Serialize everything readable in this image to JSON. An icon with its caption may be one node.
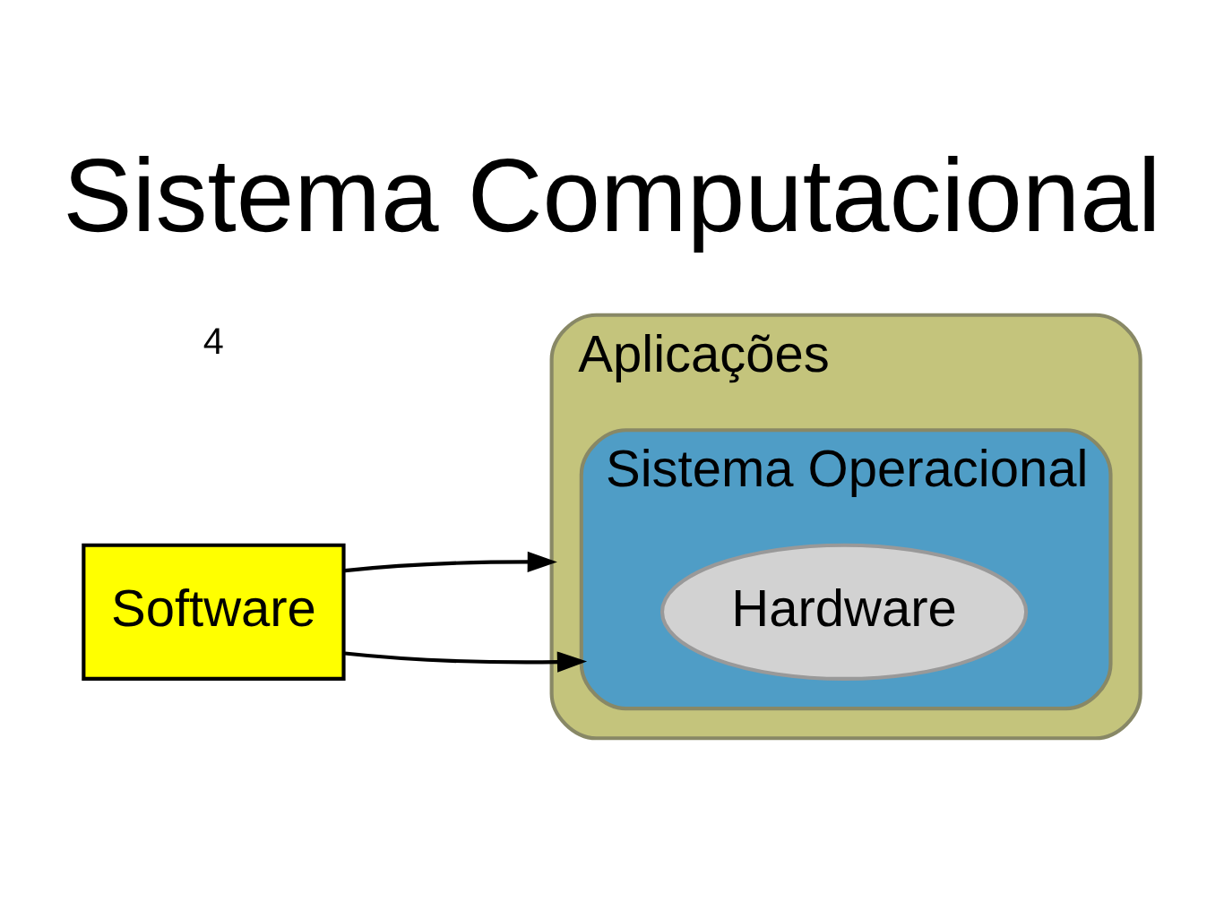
{
  "diagram": {
    "title": "Sistema Computacional",
    "nodes": [
      {
        "text": [
          "Aplicações"
        ]
      },
      {
        "text": [
          "Sistema Operacional"
        ],
        "in": 0
      },
      {
        "text": [
          "Hardware"
        ],
        "in": 1
      },
      {
        "text": [
          "Software"
        ]
      }
    ],
    "edges": [
      {
        "from": 3,
        "to": 1,
        "arrow": "to"
      },
      {
        "from": 3,
        "to": 0,
        "arrow": "to"
      }
    ],
    "labels": [
      "4"
    ]
  }
}
